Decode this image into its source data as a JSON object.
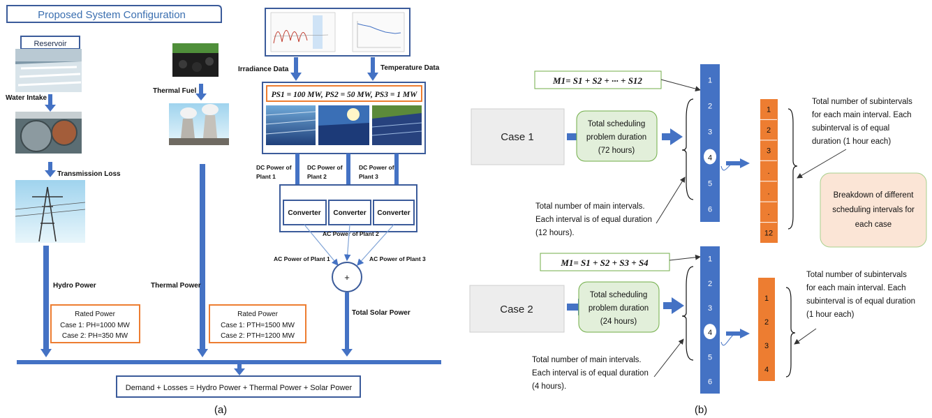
{
  "panel_a": {
    "title": "Proposed System Configuration",
    "reservoir": "Reservoir",
    "water_intake": "Water Intake",
    "transmission_loss": "Transmission Loss",
    "hydro_power": "Hydro Power",
    "thermal_fuel": "Thermal Fuel",
    "thermal_power": "Thermal Power",
    "irradiance_data": "Irradiance Data",
    "temperature_data": "Temperature Data",
    "solar_capacities": "PS1 = 100 MW, PS2 = 50 MW, PS3 = 1 MW",
    "dc1": [
      "DC Power of",
      "Plant 1"
    ],
    "dc2": [
      "DC Power of",
      "Plant 2"
    ],
    "dc3": [
      "DC Power of",
      "Plant 3"
    ],
    "converter": "Converter",
    "ac1": "AC Power of Plant 1",
    "ac2": "AC Power of Plant 2",
    "ac3": "AC Power of Plant 3",
    "sum": "+",
    "total_solar": "Total Solar Power",
    "hydro_rated": {
      "title": "Rated Power",
      "case1": "Case 1: PH=1000 MW",
      "case2": "Case 2: PH=350 MW"
    },
    "thermal_rated": {
      "title": "Rated Power",
      "case1": "Case 1: PTH=1500 MW",
      "case2": "Case 2: PTH=1200 MW"
    },
    "balance": "Demand + Losses = Hydro Power + Thermal Power + Solar Power",
    "caption": "(a)"
  },
  "panel_b": {
    "caption": "(b)",
    "breakdown": [
      "Breakdown of different",
      "scheduling intervals for",
      "each case"
    ],
    "case1": {
      "label": "Case 1",
      "formula": "M1= S1 + S2 + ··· + S12",
      "duration": [
        "Total scheduling",
        "problem duration",
        "(72 hours)"
      ],
      "main_intervals": [
        "1",
        "2",
        "3",
        "4",
        "5",
        "6"
      ],
      "sub_intervals": [
        "1",
        "2",
        "3",
        ".",
        ".",
        ".",
        "12"
      ],
      "main_note": [
        "Total number of main intervals.",
        "Each interval is of equal duration",
        "(12 hours)."
      ],
      "sub_note": [
        "Total number of subintervals",
        "for each main interval. Each",
        "subinterval is of equal",
        "duration (1 hour each)"
      ]
    },
    "case2": {
      "label": "Case 2",
      "formula": "M1= S1 + S2 + S3 + S4",
      "duration": [
        "Total scheduling",
        "problem duration",
        "(24 hours)"
      ],
      "main_intervals": [
        "1",
        "2",
        "3",
        "4",
        "5",
        "6"
      ],
      "sub_intervals": [
        "1",
        "2",
        "3",
        "4"
      ],
      "main_note": [
        "Total number of main intervals.",
        "Each interval is of equal duration",
        "(4 hours)."
      ],
      "sub_note": [
        "Total number of subintervals",
        "for each main interval. Each",
        "subinterval is of equal duration",
        "(1 hour each)"
      ]
    }
  },
  "colors": {
    "blue": "#4472C4",
    "orange": "#ED7D31",
    "green_fill": "#E2EFDA",
    "peach": "#FBE5D6",
    "gray": "#EDEDED"
  }
}
